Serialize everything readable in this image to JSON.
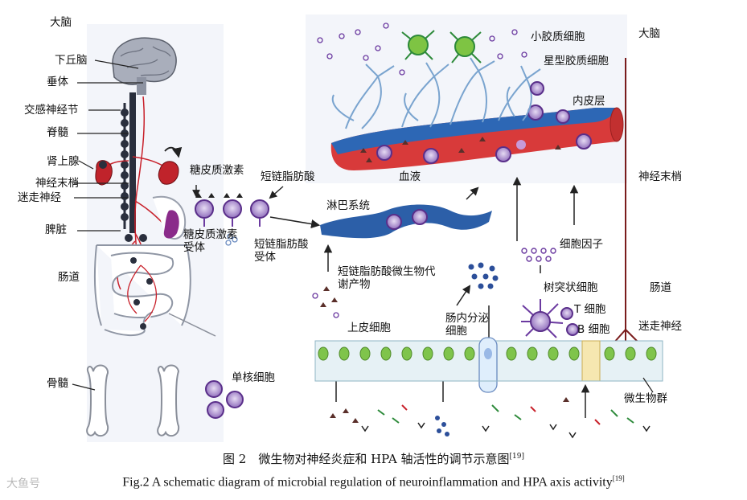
{
  "labels": {
    "brain_left": "大脑",
    "hypothalamus": "下丘脑",
    "pituitary": "垂体",
    "sympathetic_ganglion": "交感神经节",
    "spinal_cord": "脊髓",
    "adrenal": "肾上腺",
    "nerve_terminal_left": "神经末梢",
    "vagus_left": "迷走神经",
    "spleen": "脾脏",
    "intestine_left": "肠道",
    "bone_marrow": "骨髓",
    "glucocorticoid": "糖皮质激素",
    "gc_receptor": "糖皮质激素受体",
    "scfa": "短链脂肪酸",
    "scfa_receptor": "短链脂肪酸受体",
    "monocyte": "单核细胞",
    "lymphatic": "淋巴系统",
    "blood": "血液",
    "microglia": "小胶质细胞",
    "astrocyte": "星型胶质细胞",
    "brain_right": "大脑",
    "endothelium": "内皮层",
    "nerve_terminal_right": "神经末梢",
    "cytokine": "细胞因子",
    "scfa_metabolite": "短链脂肪酸微生物代谢产物",
    "enteroendocrine": "肠内分泌细胞",
    "epithelial": "上皮细胞",
    "dendritic": "树突状细胞",
    "t_cell": "T 细胞",
    "b_cell": "B 细胞",
    "intestine_right": "肠道",
    "vagus_right": "迷走神经",
    "microbiota": "微生物群"
  },
  "caption": {
    "zh": "图 2　微生物对神经炎症和 HPA 轴活性的调节示意图",
    "zh_ref": "[19]",
    "en": "Fig.2 A schematic diagram of microbial regulation of neuroinflammation and HPA axis activity",
    "en_ref": "[19]"
  },
  "watermark": "大鱼号",
  "colors": {
    "vessel_red": "#d83a3a",
    "vessel_blue": "#2d67b5",
    "lymph_blue": "#2c5fa8",
    "cell_purple": "#6b3aa0",
    "microglia_green": "#7ec443",
    "epithelium_green": "#7fc44b",
    "nerve_red": "#c8202a",
    "bone": "#ffffff"
  }
}
